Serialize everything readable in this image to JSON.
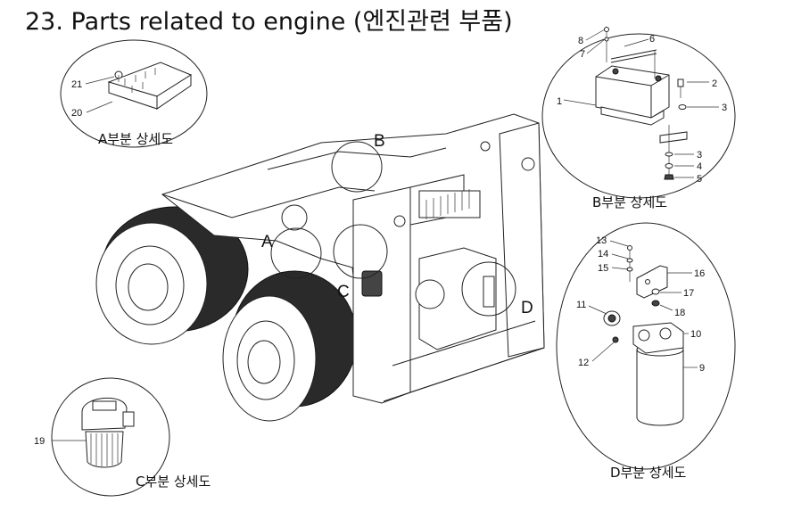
{
  "title": "23. Parts related to engine (엔진관련 부품)",
  "details": {
    "a": {
      "caption": "A부분 상세도"
    },
    "b": {
      "caption": "B부분 상세도"
    },
    "c": {
      "caption": "C부분 상세도"
    },
    "d": {
      "caption": "D부분 상세도"
    }
  },
  "regions": [
    "A",
    "B",
    "C",
    "D"
  ],
  "callouts": {
    "a": [
      "21",
      "20"
    ],
    "b": [
      "8",
      "6",
      "7",
      "1",
      "2",
      "3",
      "3",
      "4",
      "5"
    ],
    "c": [
      "19"
    ],
    "d": [
      "13",
      "14",
      "15",
      "16",
      "17",
      "18",
      "11",
      "10",
      "12",
      "9"
    ]
  }
}
